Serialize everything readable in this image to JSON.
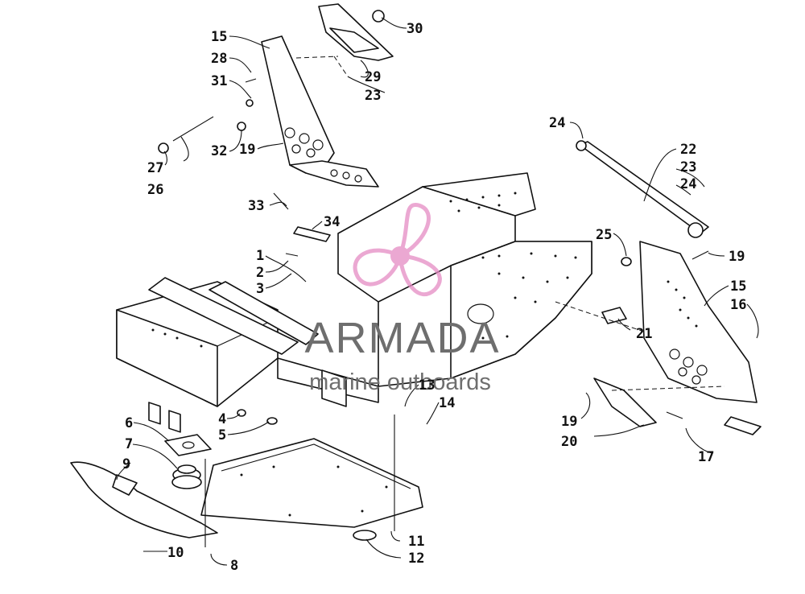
{
  "diagram": {
    "callouts": [
      {
        "id": "c1",
        "label": "1"
      },
      {
        "id": "c2",
        "label": "2"
      },
      {
        "id": "c3",
        "label": "3"
      },
      {
        "id": "c4",
        "label": "4"
      },
      {
        "id": "c5",
        "label": "5"
      },
      {
        "id": "c6",
        "label": "6"
      },
      {
        "id": "c7",
        "label": "7"
      },
      {
        "id": "c8",
        "label": "8"
      },
      {
        "id": "c9",
        "label": "9"
      },
      {
        "id": "c10",
        "label": "10"
      },
      {
        "id": "c11",
        "label": "11"
      },
      {
        "id": "c12",
        "label": "12"
      },
      {
        "id": "c13",
        "label": "13"
      },
      {
        "id": "c14",
        "label": "14"
      },
      {
        "id": "c15a",
        "label": "15"
      },
      {
        "id": "c15b",
        "label": "15"
      },
      {
        "id": "c16",
        "label": "16"
      },
      {
        "id": "c17",
        "label": "17"
      },
      {
        "id": "c19a",
        "label": "19"
      },
      {
        "id": "c19b",
        "label": "19"
      },
      {
        "id": "c19c",
        "label": "19"
      },
      {
        "id": "c20",
        "label": "20"
      },
      {
        "id": "c21",
        "label": "21"
      },
      {
        "id": "c22",
        "label": "22"
      },
      {
        "id": "c23a",
        "label": "23"
      },
      {
        "id": "c23b",
        "label": "23"
      },
      {
        "id": "c24a",
        "label": "24"
      },
      {
        "id": "c24b",
        "label": "24"
      },
      {
        "id": "c25",
        "label": "25"
      },
      {
        "id": "c26",
        "label": "26"
      },
      {
        "id": "c27",
        "label": "27"
      },
      {
        "id": "c28",
        "label": "28"
      },
      {
        "id": "c29",
        "label": "29"
      },
      {
        "id": "c30",
        "label": "30"
      },
      {
        "id": "c31",
        "label": "31"
      },
      {
        "id": "c32",
        "label": "32"
      },
      {
        "id": "c33",
        "label": "33"
      },
      {
        "id": "c34",
        "label": "34"
      }
    ]
  },
  "watermark": {
    "brand": "ARMADA",
    "tagline": "marine outboards",
    "colors": {
      "logo": "#e58bc4",
      "text": "#6e6e6e"
    }
  }
}
